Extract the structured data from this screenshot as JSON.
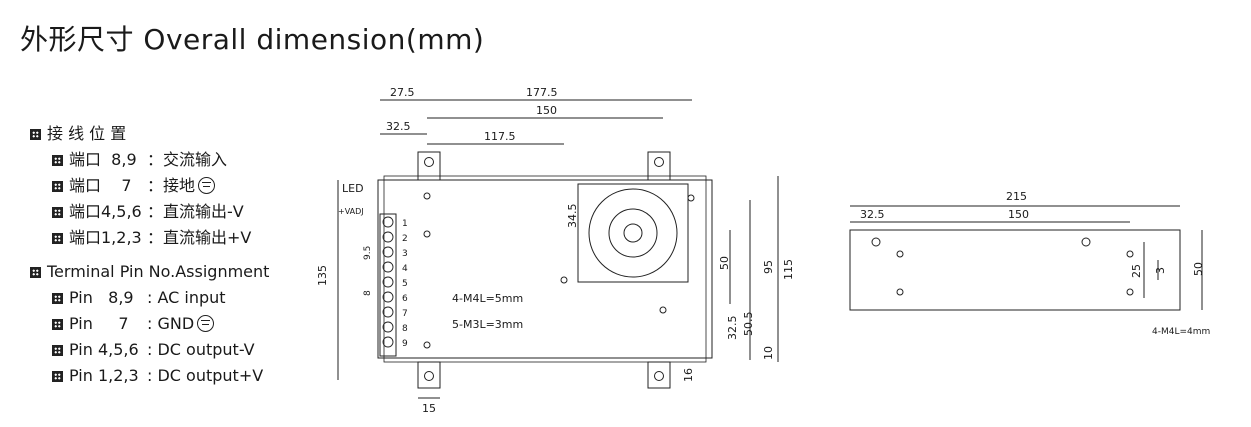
{
  "title": "外形尺寸 Overall dimension(mm)",
  "legend_cn": {
    "heading": "接 线 位 置",
    "rows": [
      {
        "pin": "端口  8,9",
        "desc": "：交流输入"
      },
      {
        "pin": "端口    7",
        "desc": "：接地"
      },
      {
        "pin": "端口4,5,6",
        "desc": "：直流输出-V"
      },
      {
        "pin": "端口1,2,3",
        "desc": "：直流输出+V"
      }
    ]
  },
  "legend_en": {
    "heading": "Terminal Pin No.Assignment",
    "rows": [
      {
        "pin": "Pin   8,9",
        "desc": ": AC input"
      },
      {
        "pin": "Pin     7",
        "desc": ": GND"
      },
      {
        "pin": "Pin 4,5,6",
        "desc": ": DC output-V"
      },
      {
        "pin": "Pin 1,2,3",
        "desc": ": DC output+V"
      }
    ]
  },
  "top_view": {
    "dims_top": [
      "27.5",
      "177.5",
      "150",
      "32.5",
      "117.5"
    ],
    "dims_left": [
      "135",
      "9.5",
      "8"
    ],
    "dims_right": [
      "95",
      "115",
      "50",
      "50.5",
      "32.5",
      "10",
      "16"
    ],
    "dims_inner": [
      "34.5"
    ],
    "dim_bottom": "15",
    "labels": {
      "led": "LED",
      "vadj": "+VADJ",
      "m4": "4-M4L=5mm",
      "m3": "5-M3L=3mm"
    },
    "terminals": [
      "1",
      "2",
      "3",
      "4",
      "5",
      "6",
      "7",
      "8",
      "9"
    ]
  },
  "side_view": {
    "dims_top": [
      "215",
      "32.5",
      "150"
    ],
    "dims_right": [
      "25",
      "3",
      "50"
    ],
    "label": "4-M4L=4mm"
  }
}
